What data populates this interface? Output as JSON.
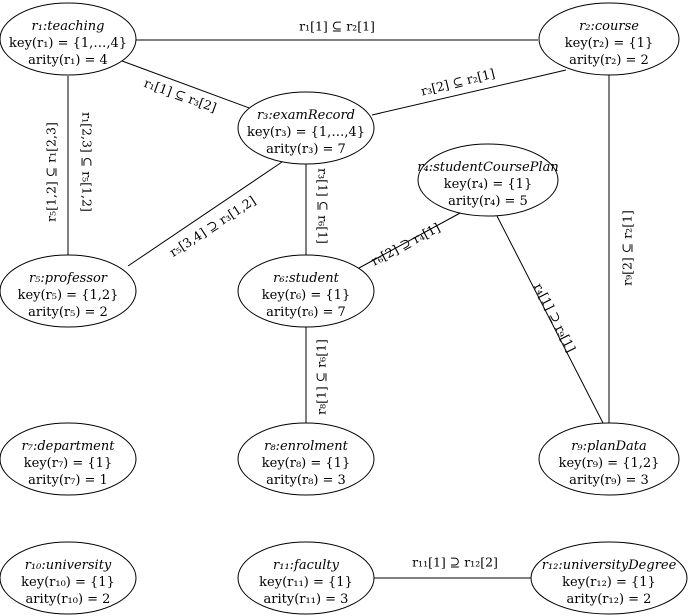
{
  "nodes": [
    {
      "id": "r1",
      "title": "r₁:teaching",
      "key": "key(r₁) = {1,…,4}",
      "arity": "arity(r₁) = 4"
    },
    {
      "id": "r2",
      "title": "r₂:course",
      "key": "key(r₂) = {1}",
      "arity": "arity(r₂) = 2"
    },
    {
      "id": "r3",
      "title": "r₃:examRecord",
      "key": "key(r₃) = {1,…,4}",
      "arity": "arity(r₃) = 7"
    },
    {
      "id": "r4",
      "title": "r₄:studentCoursePlan",
      "key": "key(r₄) = {1}",
      "arity": "arity(r₄) = 5"
    },
    {
      "id": "r5",
      "title": "r₅:professor",
      "key": "key(r₅) = {1,2}",
      "arity": "arity(r₅) = 2"
    },
    {
      "id": "r6",
      "title": "r₆:student",
      "key": "key(r₆) = {1}",
      "arity": "arity(r₆) = 7"
    },
    {
      "id": "r7",
      "title": "r₇:department",
      "key": "key(r₇) = {1}",
      "arity": "arity(r₇) = 1"
    },
    {
      "id": "r8",
      "title": "r₈:enrolment",
      "key": "key(r₈) = {1}",
      "arity": "arity(r₈) = 3"
    },
    {
      "id": "r9",
      "title": "r₉:planData",
      "key": "key(r₉) = {1,2}",
      "arity": "arity(r₉) = 3"
    },
    {
      "id": "r10",
      "title": "r₁₀:university",
      "key": "key(r₁₀) = {1}",
      "arity": "arity(r₁₀) = 2"
    },
    {
      "id": "r11",
      "title": "r₁₁:faculty",
      "key": "key(r₁₁) = {1}",
      "arity": "arity(r₁₁) = 3"
    },
    {
      "id": "r12",
      "title": "r₁₂:universityDegree",
      "key": "key(r₁₂) = {1}",
      "arity": "arity(r₁₂) = 2"
    }
  ],
  "edges": [
    {
      "from": "r1",
      "to": "r2",
      "label": "r₁[1] ⊆ r₂[1]"
    },
    {
      "from": "r1",
      "to": "r3",
      "label": "r₁[1] ⊆ r₃[2]"
    },
    {
      "from": "r3",
      "to": "r2",
      "label": "r₃[2] ⊆ r₂[1]"
    },
    {
      "from": "r1",
      "to": "r5",
      "label": "r₅[1,2] ⊆ r₁[2,3]"
    },
    {
      "from": "r1",
      "to": "r5",
      "label": "r₁[2,3] ⊆ r₅[1,2]"
    },
    {
      "from": "r3",
      "to": "r5",
      "label": "r₅[3,4] ⊇ r₃[1,2]"
    },
    {
      "from": "r3",
      "to": "r6",
      "label": "r₃[1] ⊆ r₆[1]"
    },
    {
      "from": "r6",
      "to": "r4",
      "label": "r₆[2] ⊇ r₄[1]"
    },
    {
      "from": "r4",
      "to": "r9",
      "label": "r₄[1] ⊇ r₉[1]"
    },
    {
      "from": "r2",
      "to": "r9",
      "label": "r₉[2] ⊆ r₂[1]"
    },
    {
      "from": "r6",
      "to": "r8",
      "label": "r₈[1] ⊆ r₆[1]"
    },
    {
      "from": "r11",
      "to": "r12",
      "label": "r₁₁[1] ⊇ r₁₂[2]"
    }
  ]
}
